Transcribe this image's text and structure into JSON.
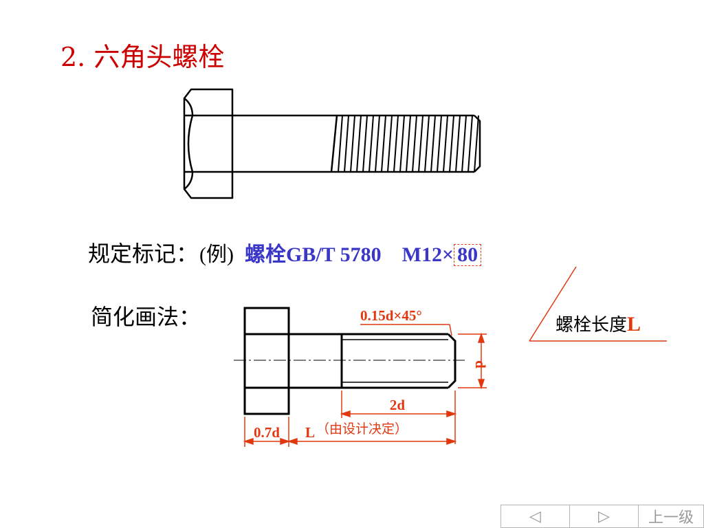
{
  "title": "2.  六角头螺栓",
  "marking": {
    "caption": "规定标记：",
    "example": "(例)",
    "spec_main": "螺栓GB/T 5780",
    "spec_size": "M12×",
    "spec_length": "80"
  },
  "simplified": {
    "caption": "简化画法："
  },
  "length_note": {
    "text": "螺栓长度",
    "symbol": "L"
  },
  "dimensions": {
    "chamfer": "0.15d×45°",
    "diameter": "d",
    "thread_length": "2d",
    "head_height": "0.7d",
    "length_symbol": "L",
    "length_note": "（由设计决定）"
  },
  "nav": {
    "prev": "◁",
    "next": "▷",
    "up": "上一级"
  },
  "colors": {
    "title": "#cc0000",
    "spec": "#3a37c8",
    "dimension": "#e2380f"
  }
}
